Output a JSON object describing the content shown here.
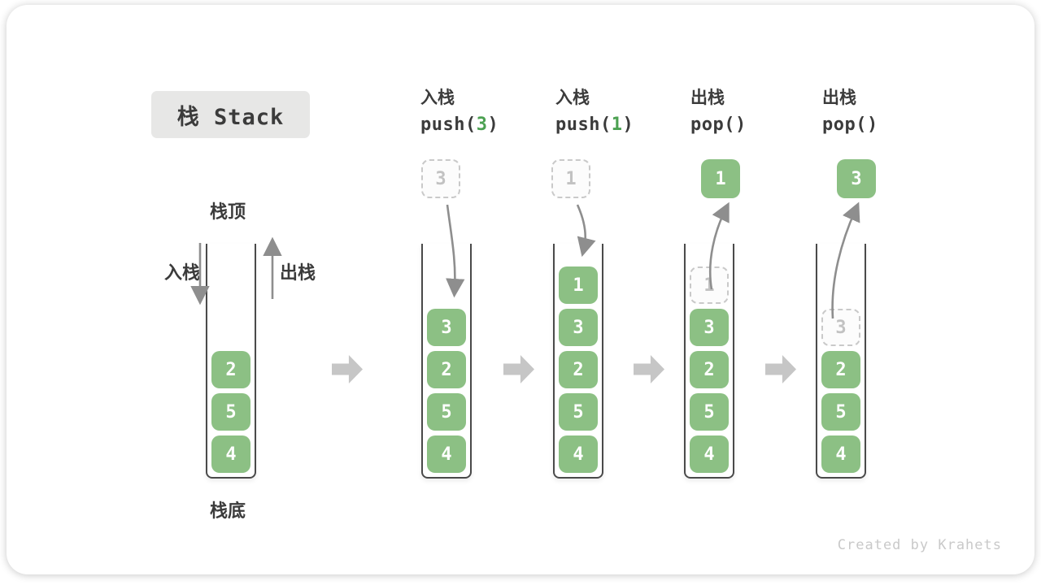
{
  "title": "栈 Stack",
  "labels": {
    "stack_top": "栈顶",
    "stack_bottom": "栈底",
    "push_side": "入栈",
    "pop_side": "出栈"
  },
  "operations": [
    {
      "name_cn": "入栈",
      "code_pre": "push(",
      "code_arg": "3",
      "code_suf": ")"
    },
    {
      "name_cn": "入栈",
      "code_pre": "push(",
      "code_arg": "1",
      "code_suf": ")"
    },
    {
      "name_cn": "出栈",
      "code_pre": "pop(",
      "code_arg": "",
      "code_suf": ")"
    },
    {
      "name_cn": "出栈",
      "code_pre": "pop(",
      "code_arg": "",
      "code_suf": ")"
    }
  ],
  "floating_values": [
    "3",
    "1",
    "1",
    "3"
  ],
  "stacks": [
    {
      "cells": [
        {
          "v": "2"
        },
        {
          "v": "5"
        },
        {
          "v": "4"
        }
      ]
    },
    {
      "cells": [
        {
          "v": "3"
        },
        {
          "v": "2"
        },
        {
          "v": "5"
        },
        {
          "v": "4"
        }
      ]
    },
    {
      "cells": [
        {
          "v": "1"
        },
        {
          "v": "3"
        },
        {
          "v": "2"
        },
        {
          "v": "5"
        },
        {
          "v": "4"
        }
      ]
    },
    {
      "cells": [
        {
          "v": "1",
          "ghost": true
        },
        {
          "v": "3"
        },
        {
          "v": "2"
        },
        {
          "v": "5"
        },
        {
          "v": "4"
        }
      ]
    },
    {
      "cells": [
        {
          "v": "3",
          "ghost": true
        },
        {
          "v": "2"
        },
        {
          "v": "5"
        },
        {
          "v": "4"
        }
      ]
    }
  ],
  "footer": {
    "credit": "Created by Krahets"
  },
  "colors": {
    "green": "#8CC084",
    "code-green": "#4CA152",
    "arrow": "#8E8E8E",
    "block-arrow": "#C6C6C6",
    "ink": "#3B3B3B",
    "ghost": "#C2C2C2"
  }
}
